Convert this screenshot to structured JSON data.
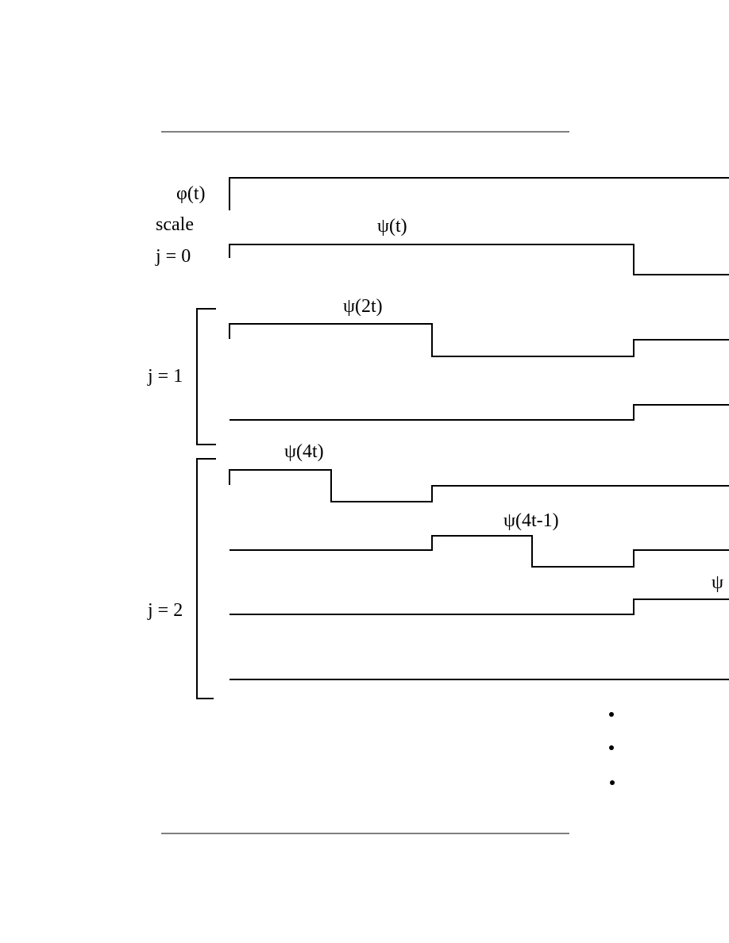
{
  "labels": {
    "phi": "φ(t)",
    "scale": "scale",
    "j0": "j = 0",
    "j1": "j = 1",
    "j2": "j = 2",
    "psi_t": "ψ(t)",
    "psi_2t": "ψ(2t)",
    "psi_4t": "ψ(4t)",
    "psi_4t_minus_1": "ψ(4t-1)",
    "psi_cut": "ψ"
  },
  "colors": {
    "line": "#000000",
    "background": "#ffffff"
  }
}
